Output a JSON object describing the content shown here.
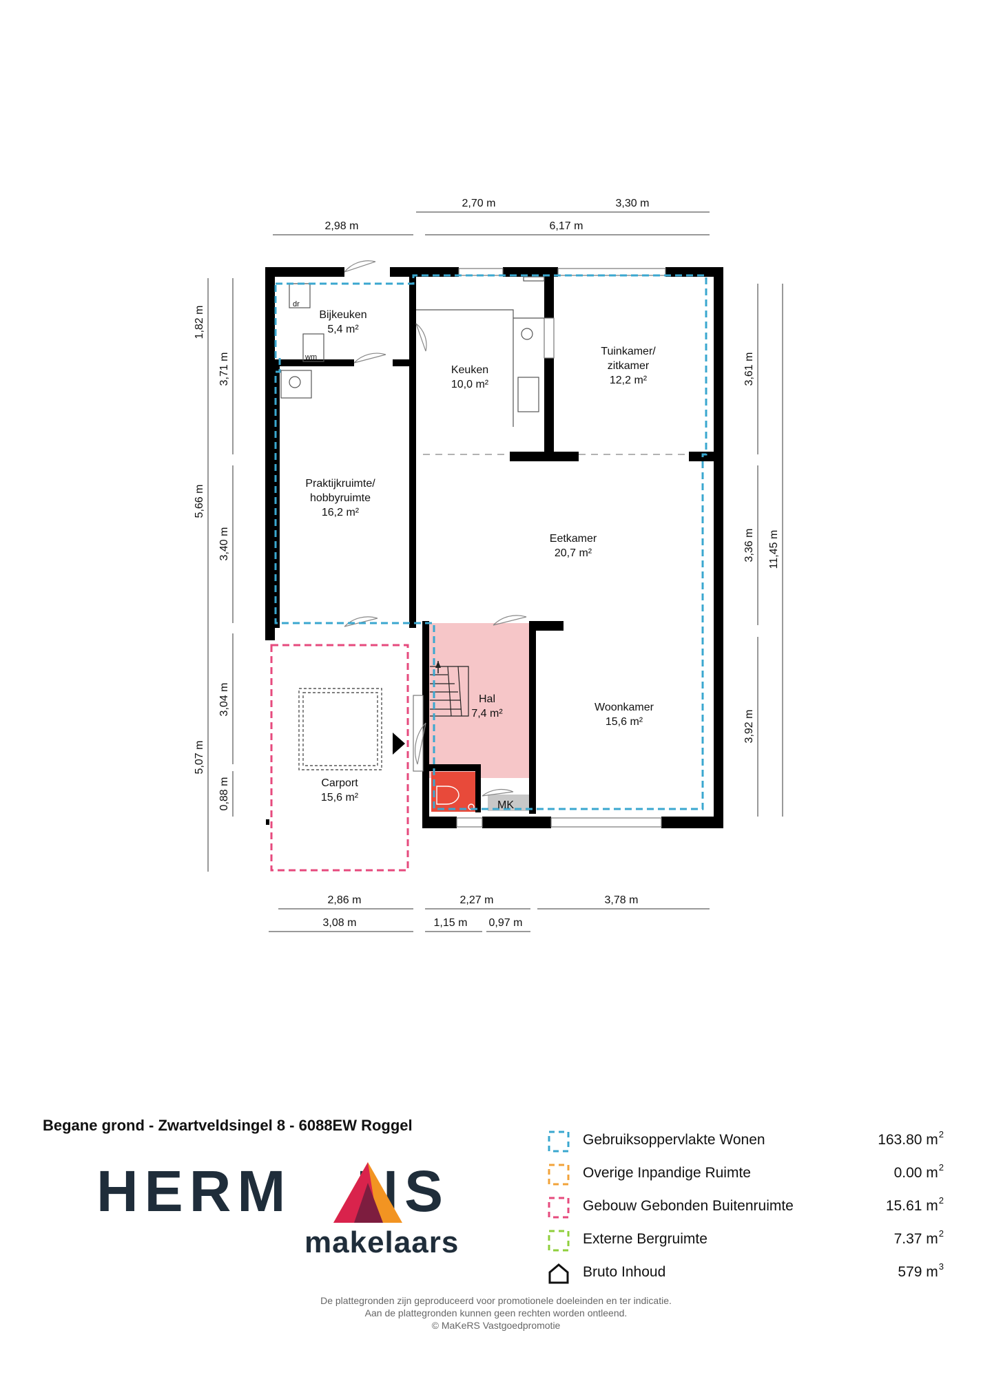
{
  "rooms": [
    {
      "name": "Bijkeuken",
      "area": "5,4 m²"
    },
    {
      "name": "Keuken",
      "area": "10,0 m²"
    },
    {
      "name": "Tuinkamer/",
      "name2": "zitkamer",
      "area": "12,2 m²"
    },
    {
      "name": "Praktijkruimte/",
      "name2": "hobbyruimte",
      "area": "16,2 m²"
    },
    {
      "name": "Eetkamer",
      "area": "20,7 m²"
    },
    {
      "name": "Hal",
      "area": "7,4 m²"
    },
    {
      "name": "Woonkamer",
      "area": "15,6 m²"
    },
    {
      "name": "Carport",
      "area": "15,6 m²"
    }
  ],
  "fixtures": {
    "dryer": "dr",
    "washer": "wm",
    "meter": "MK"
  },
  "dimensions": {
    "top_row1": [
      "2,70 m",
      "3,30 m"
    ],
    "top_row2": [
      "2,98 m",
      "6,17 m"
    ],
    "left_outer": [
      "1,82 m",
      "5,66 m",
      "5,07 m"
    ],
    "left_inner": [
      "3,71 m",
      "3,40 m",
      "3,04 m",
      "0,88 m"
    ],
    "right_inner": [
      "3,61 m",
      "3,36 m",
      "3,92 m"
    ],
    "right_outer": [
      "11,45 m"
    ],
    "bottom_row1": [
      "2,86 m",
      "2,27 m",
      "3,78 m"
    ],
    "bottom_row2": [
      "3,08 m",
      "1,15 m",
      "0,97 m"
    ]
  },
  "title": "Begane grond - Zwartveldsingel 8 - 6088EW Roggel",
  "logo": {
    "brand": "HERMANS",
    "sub": "makelaars"
  },
  "legend": [
    {
      "label": "Gebruiksoppervlakte Wonen",
      "value": "163.80 m",
      "unit_exp": "2",
      "color": "#3aa7cf"
    },
    {
      "label": "Overige Inpandige Ruimte",
      "value": "0.00 m",
      "unit_exp": "2",
      "color": "#f2a33a"
    },
    {
      "label": "Gebouw Gebonden Buitenruimte",
      "value": "15.61 m",
      "unit_exp": "2",
      "color": "#e64a7d"
    },
    {
      "label": "Externe Bergruimte",
      "value": "7.37 m",
      "unit_exp": "2",
      "color": "#8fcf3c"
    },
    {
      "label": "Bruto Inhoud",
      "value": "579 m",
      "unit_exp": "3",
      "icon": "house-outline-icon"
    }
  ],
  "disclaimer": [
    "De plattegronden zijn geproduceerd voor promotionele doeleinden en ter indicatie.",
    "Aan de plattegronden kunnen geen rechten worden ontleend.",
    "© MaKeRS Vastgoedpromotie"
  ],
  "colors": {
    "wall": "#000000",
    "hal_fill": "#f6c6c8",
    "toilet_fill": "#e84a3a",
    "meter_fill": "#c8c8c8",
    "blue_outline": "#3aa7cf",
    "pink_outline": "#e64a7d",
    "brand_dark": "#1f2d3a"
  }
}
